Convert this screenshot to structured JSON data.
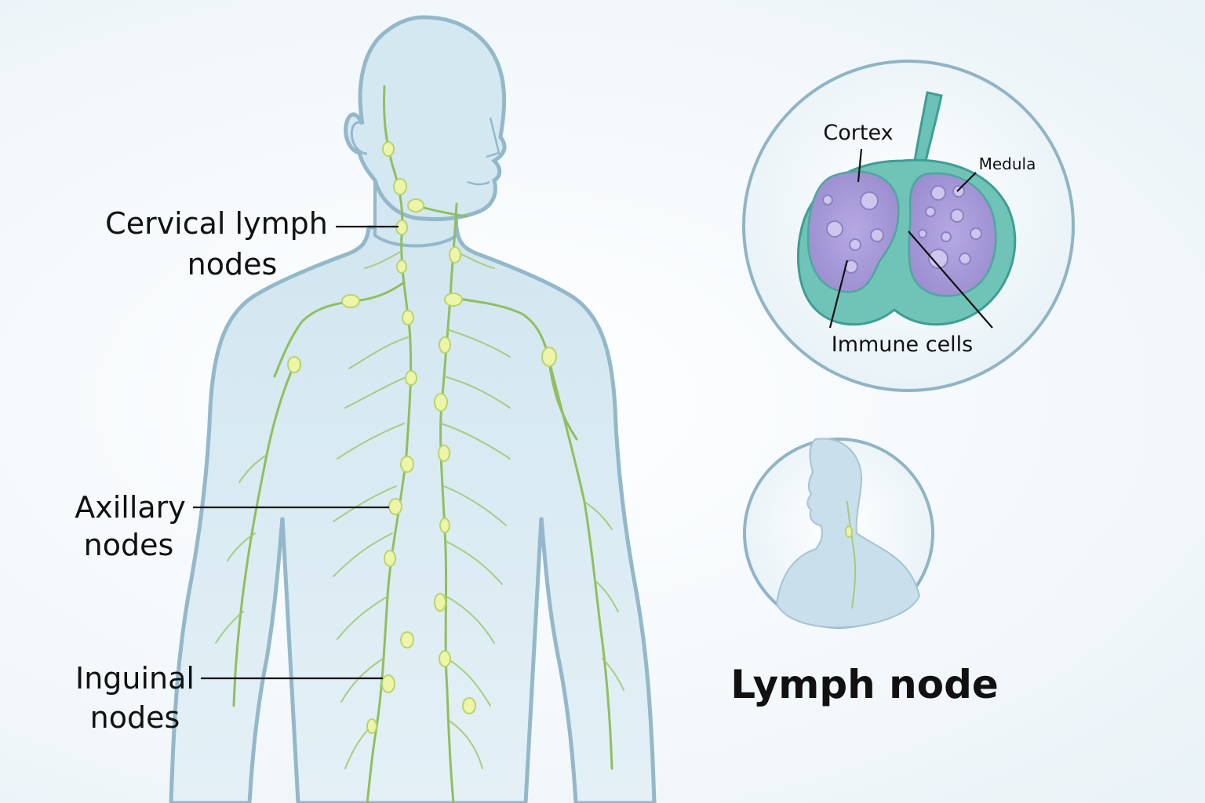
{
  "labels": {
    "cervical_line1": "Cervical lymph",
    "cervical_line2": "nodes",
    "axillary_line1": "Axillary",
    "axillary_line2": "nodes",
    "inguinal_line1": "Inguinal",
    "inguinal_line2": "nodes",
    "cortex": "Cortex",
    "medula": "Medula",
    "immune_cells": "Immune cells",
    "title": "Lymph node"
  },
  "colors": {
    "skin": "#d6e8f1",
    "outline": "#8fb4c6",
    "vessel": "#8fbf5e",
    "node": "#eef5a8",
    "capsule": "#5fb5ad",
    "tissue": "#a79ad8"
  }
}
